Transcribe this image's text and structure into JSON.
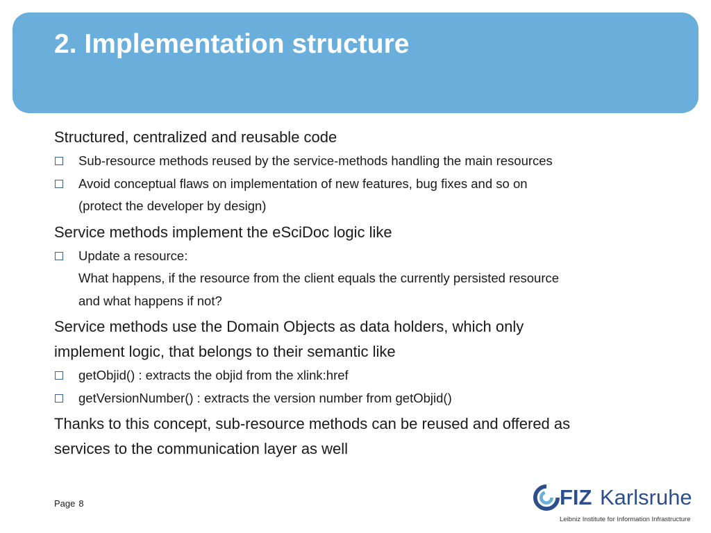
{
  "header": {
    "title": "2. Implementation structure"
  },
  "content": {
    "section1": {
      "heading": "Structured, centralized and reusable code",
      "bullets": [
        "Sub-resource methods reused by the service-methods handling the main resources",
        "Avoid conceptual flaws on implementation of new features, bug fixes and so on"
      ],
      "bullet2_cont": "(protect the developer by design)"
    },
    "section2": {
      "heading": "Service methods implement the eSciDoc logic like",
      "bullet": "Update a resource:",
      "cont1": "What happens, if the resource from the client equals the currently persisted resource",
      "cont2": "and what happens if not?"
    },
    "section3": {
      "heading_line1": "Service methods use the Domain Objects as data holders, which only",
      "heading_line2": "implement logic, that belongs to their semantic like",
      "bullets": [
        "getObjid() : extracts the objid from the xlink:href",
        "getVersionNumber() : extracts the version number from getObjid()"
      ]
    },
    "section4": {
      "line1": "Thanks to this concept, sub-resource methods can be reused and offered as",
      "line2": "services to the communication layer as well"
    }
  },
  "footer": {
    "page_label": "Page",
    "page_number": "8",
    "logo_bold": "FIZ",
    "logo_name": "Karlsruhe",
    "logo_subtitle": "Leibniz Institute for Information Infrastructure"
  },
  "colors": {
    "header_bg": "#6aaedb",
    "logo_blue": "#2c4f8c",
    "bullet_border": "#3a5f9a"
  }
}
